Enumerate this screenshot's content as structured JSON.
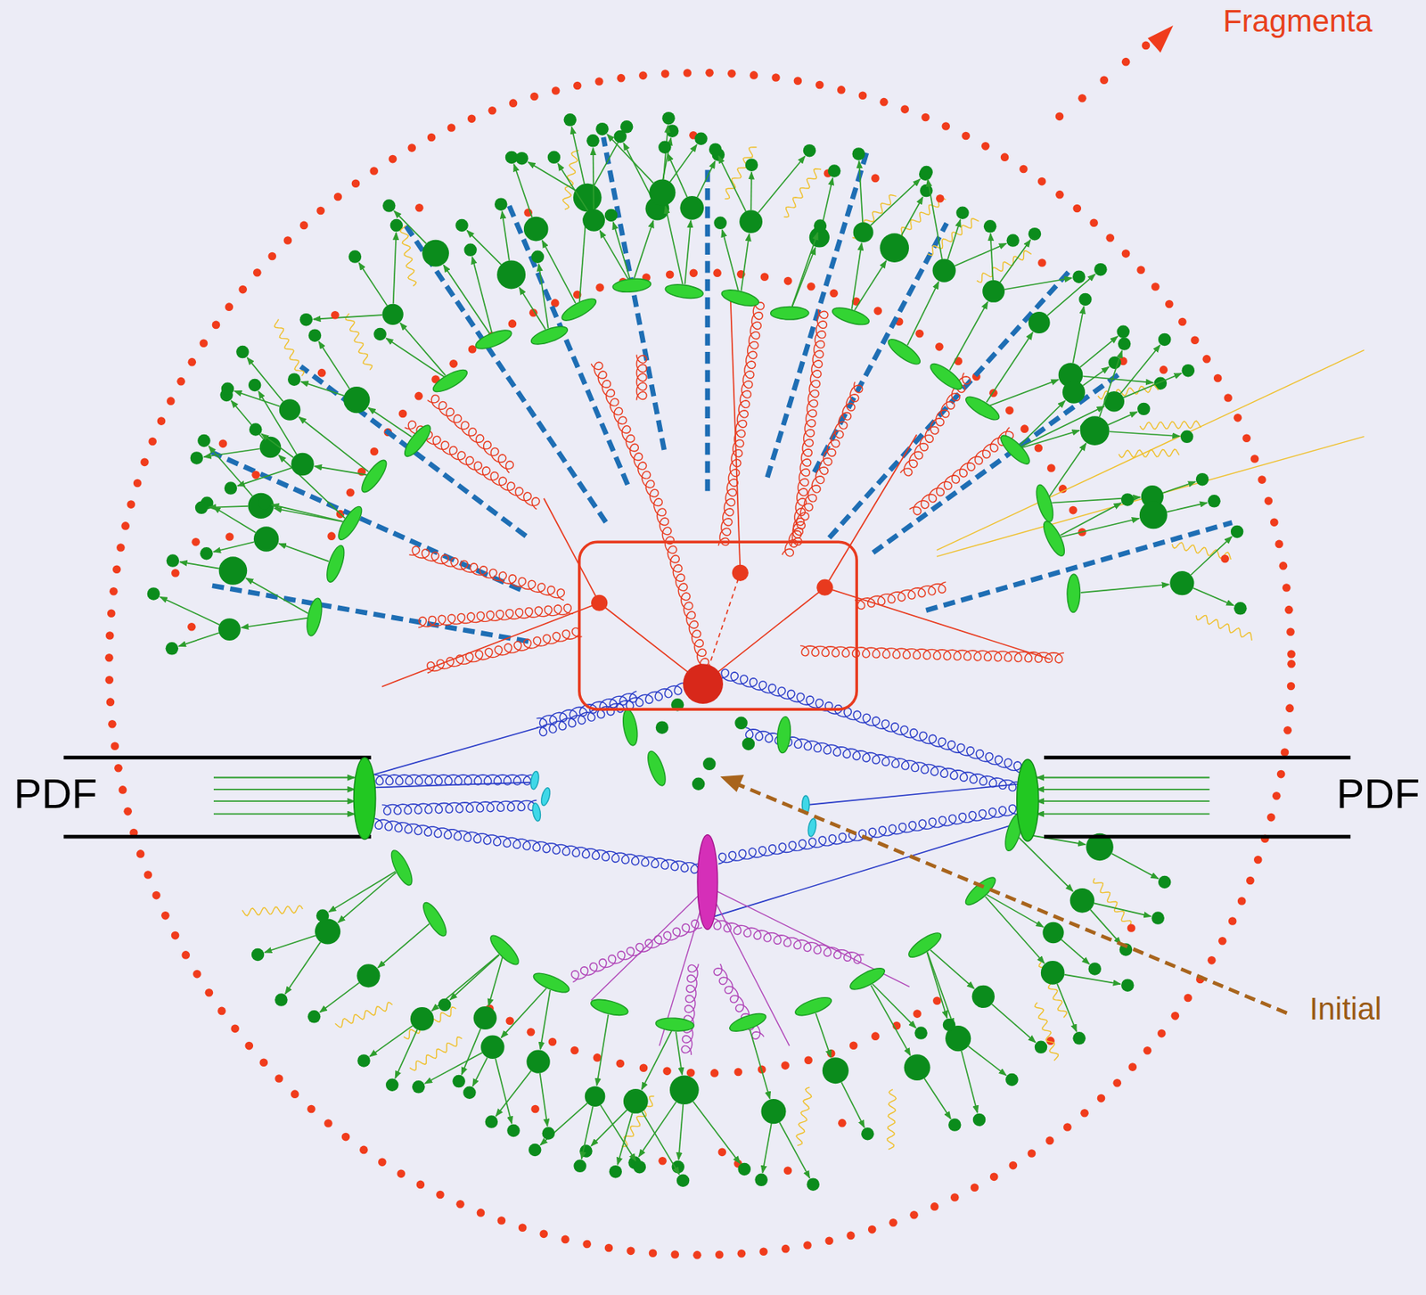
{
  "diagram": {
    "labels": [
      "Fragmenta",
      "PDF",
      "PDF",
      "Initial"
    ]
  }
}
